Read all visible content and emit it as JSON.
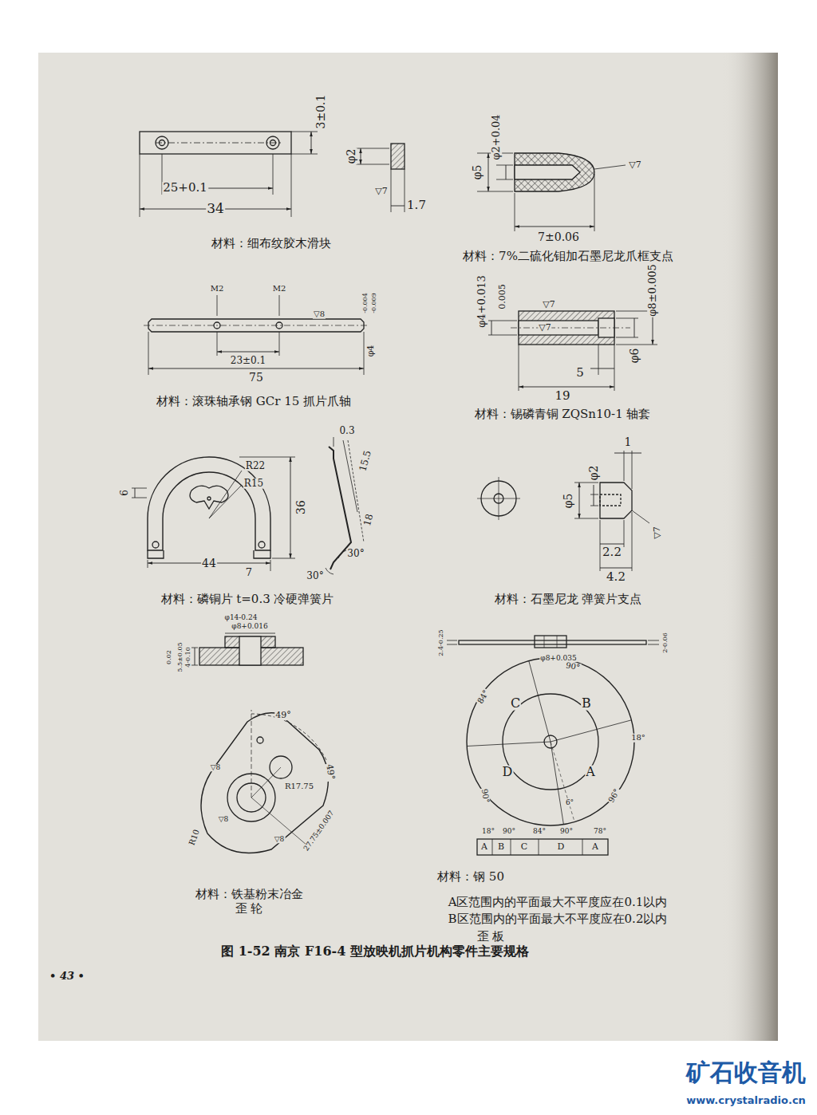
{
  "diagram": {
    "caption": "图 1-52 南京 F16-4 型放映机抓片机构零件主要规格",
    "labels": [
      "3±0.1",
      "25+0.1",
      "34",
      "φ2",
      "▽7",
      "1.7",
      "材料：细布纹胶木滑块",
      "φ5",
      "φ2+0.04",
      "▽7",
      "7±0.06",
      "材料：7%二硫化钼加石墨尼龙爪框支点",
      "M2",
      "M2",
      "▽8",
      "φ4",
      "-0.004",
      "-0.009",
      "23±0.1",
      "75",
      "材料：滚珠轴承钢 GCr 15 抓片爪轴",
      "φ4+0.013",
      "0.005",
      "▽7",
      "▽7",
      "φ6",
      "φ8±0.005",
      "5",
      "19",
      "材料：锡磷青铜 ZQSn10-1 轴套",
      "0.3",
      "R22",
      "R15",
      "6",
      "36",
      "15.5",
      "18",
      "30°",
      "30°",
      "44",
      "7",
      "材料：磷铜片 t=0.3 冷硬弹簧片",
      "1",
      "φ5",
      "φ2",
      "▽7",
      "2.2",
      "4.2",
      "材料：石墨尼龙 弹簧片支点",
      "φ14-0.24",
      "φ8+0.016",
      "5.5±0.05",
      "4-0.10",
      "0.02",
      "49°",
      "49°",
      "R17.75",
      "▽8",
      "▽8",
      "▽8",
      "R10",
      "27.75±0.007",
      "材料：铁基粉末冶金",
      "歪 轮",
      "2.4-0.25",
      "φ8+0.035",
      "2-0.06",
      "C",
      "B",
      "D",
      "A",
      "84°",
      "90°",
      "18°",
      "90°",
      "96°",
      "6°",
      "18°",
      "90°",
      "84°",
      "90°",
      "78°",
      "A",
      "B",
      "C",
      "D",
      "A",
      "材料：钢 50",
      "A区范围内的平面最大不平度应在0.1以内",
      "B区范围内的平面最大不平度应在0.2以内",
      "歪 板",
      "• 43 •",
      "矿石收音机",
      "www.crystalradio.cn"
    ]
  }
}
